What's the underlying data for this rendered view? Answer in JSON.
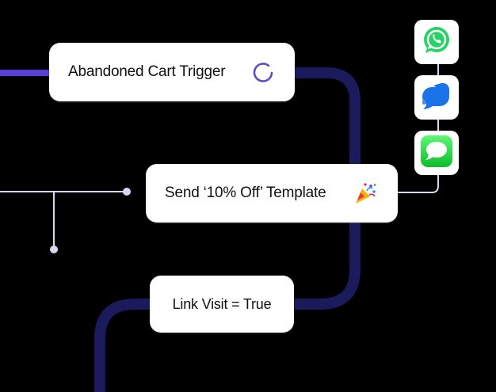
{
  "workflow": {
    "trigger": {
      "label": "Abandoned Cart Trigger",
      "icon": "loading-spinner-icon"
    },
    "send": {
      "label": "Send ‘10% Off’ Template",
      "icon": "party-popper-icon"
    },
    "condition": {
      "label": "Link Visit = True"
    }
  },
  "channels": [
    {
      "name": "whatsapp-icon",
      "color": "#25D366"
    },
    {
      "name": "google-messages-icon",
      "color": "#1A73E8"
    },
    {
      "name": "imessage-icon",
      "color": "#2FD158"
    }
  ],
  "colors": {
    "background": "#000000",
    "flow_line": "#1B1A5C",
    "trigger_accent": "#5B3FD6",
    "connector": "#D9D6F2"
  }
}
